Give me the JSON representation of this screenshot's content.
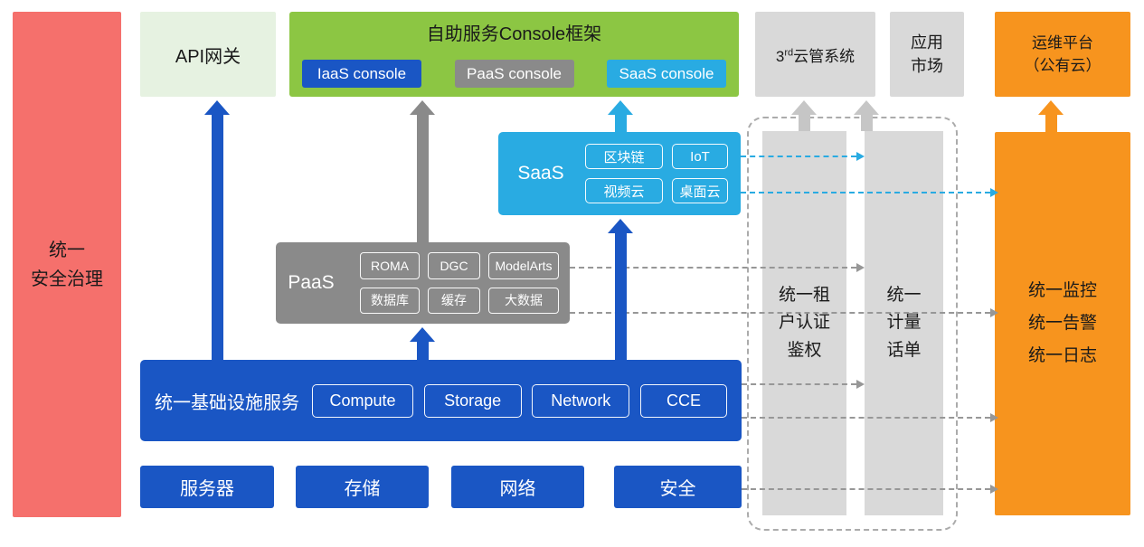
{
  "colors": {
    "security_red": "#F5706C",
    "api_light_green": "#E6F2E1",
    "console_green": "#8CC643",
    "iaas_blue": "#1A56C4",
    "paas_gray": "#8A8A8A",
    "panel_light_gray": "#D9D9D9",
    "saas_cyan": "#29ABE2",
    "om_orange": "#F7941E"
  },
  "left_bar": {
    "label": "统一\n安全治理"
  },
  "top": {
    "api_gateway": "API网关",
    "console_frame": {
      "title": "自助服务Console框架",
      "consoles": [
        {
          "label": "IaaS console"
        },
        {
          "label": "PaaS console"
        },
        {
          "label": "SaaS console"
        }
      ]
    },
    "third_party_cms": {
      "prefix": "3",
      "sup": "rd",
      "rest": "云管系统"
    },
    "app_market": "应用\n市场",
    "om_platform": "运维平台\n（公有云）"
  },
  "saas": {
    "label": "SaaS",
    "chips": [
      "区块链",
      "IoT",
      "视频云",
      "桌面云"
    ]
  },
  "paas": {
    "label": "PaaS",
    "chips": [
      "ROMA",
      "DGC",
      "ModelArts",
      "数据库",
      "缓存",
      "大数据"
    ]
  },
  "iaas": {
    "label": "统一基础设施服务",
    "chips": [
      "Compute",
      "Storage",
      "Network",
      "CCE"
    ]
  },
  "hardware": [
    "服务器",
    "存储",
    "网络",
    "安全"
  ],
  "right": {
    "tenant_auth": "统一租\n户认证\n鉴权",
    "metering": "统一\n计量\n话单",
    "monitor": "统一监控\n统一告警\n统一日志"
  }
}
